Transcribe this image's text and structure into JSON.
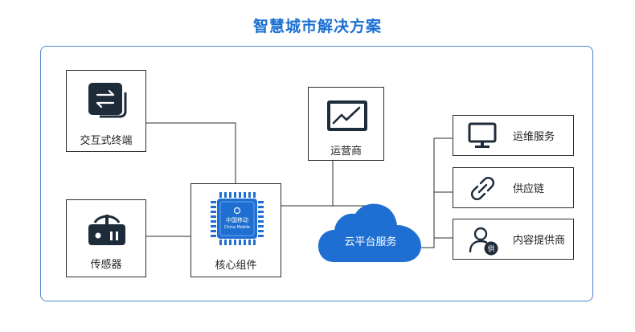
{
  "title": "智慧城市解决方案",
  "nodes": {
    "terminal": "交互式终端",
    "sensor": "传感器",
    "core": "核心组件",
    "chip_brand_cn": "中国移动",
    "chip_brand_en": "China Mobile",
    "operator": "运营商",
    "cloud": "云平台服务",
    "ops": "运维服务",
    "supply": "供应链",
    "content": "内容提供商",
    "content_badge": "供"
  },
  "colors": {
    "accent": "#1a6fd3",
    "frame": "#4f87cc",
    "cloud": "#1e6fd1",
    "icon_dark": "#1d2b3a"
  }
}
